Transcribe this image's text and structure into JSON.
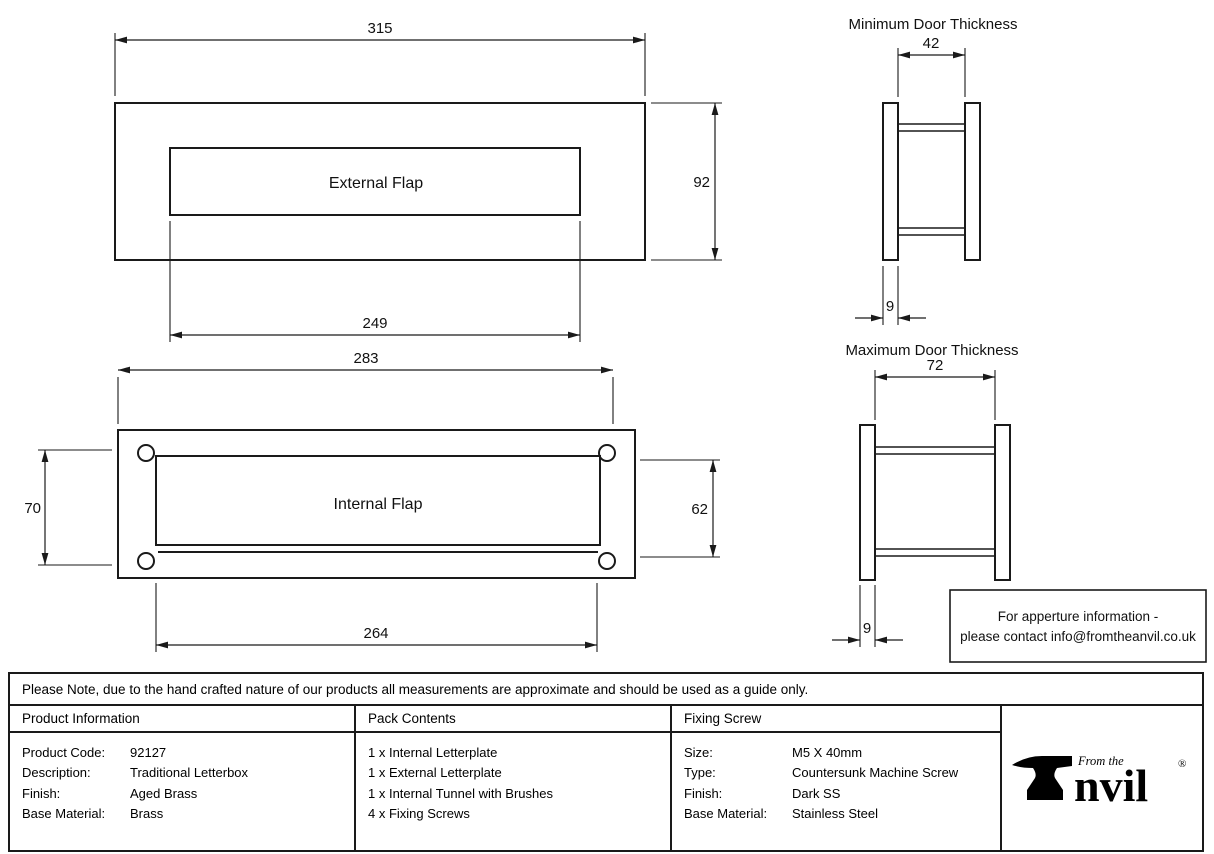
{
  "drawings": {
    "external_flap": {
      "label": "External Flap",
      "width_mm": "315",
      "height_mm": "92",
      "aperture_width_mm": "249"
    },
    "internal_flap": {
      "label": "Internal Flap",
      "width_mm": "283",
      "plate_height_mm": "70",
      "flap_height_mm": "62",
      "aperture_width_mm": "264"
    },
    "min_door": {
      "title": "Minimum Door Thickness",
      "thickness_mm": "42",
      "plate_mm": "9"
    },
    "max_door": {
      "title": "Maximum Door Thickness",
      "thickness_mm": "72",
      "plate_mm": "9"
    },
    "aperture_info": {
      "line1": "For apperture information -",
      "line2": "please contact info@fromtheanvil.co.uk"
    }
  },
  "note": "Please Note, due to the hand crafted nature of our products all measurements are approximate and should be used as a guide only.",
  "product_info": {
    "header": "Product Information",
    "rows": [
      {
        "label": "Product Code:",
        "value": "92127"
      },
      {
        "label": "Description:",
        "value": "Traditional Letterbox"
      },
      {
        "label": "Finish:",
        "value": "Aged Brass"
      },
      {
        "label": "Base Material:",
        "value": "Brass"
      }
    ]
  },
  "pack_contents": {
    "header": "Pack Contents",
    "items": [
      "1 x Internal Letterplate",
      "1 x External Letterplate",
      "1 x Internal Tunnel with Brushes",
      "4 x Fixing Screws"
    ]
  },
  "fixing_screw": {
    "header": "Fixing Screw",
    "rows": [
      {
        "label": "Size:",
        "value": "M5 X 40mm"
      },
      {
        "label": "Type:",
        "value": "Countersunk Machine Screw"
      },
      {
        "label": "Finish:",
        "value": "Dark SS"
      },
      {
        "label": "Base Material:",
        "value": "Stainless Steel"
      }
    ]
  },
  "logo": {
    "small_text": "From the",
    "brand_rest": "nvil",
    "registered": "®"
  }
}
